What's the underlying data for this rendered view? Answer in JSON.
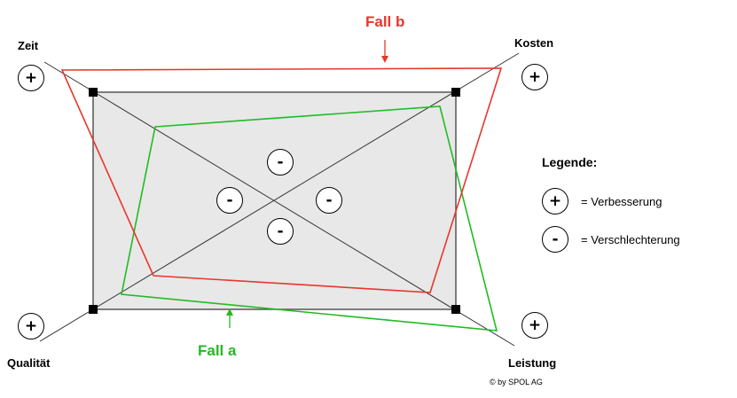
{
  "labels": {
    "zeit": "Zeit",
    "kosten": "Kosten",
    "qualitaet": "Qualität",
    "leistung": "Leistung"
  },
  "cases": {
    "fall_a": {
      "label": "Fall a",
      "color": "#22bb22"
    },
    "fall_b": {
      "label": "Fall b",
      "color": "#e8372b"
    }
  },
  "symbols": {
    "plus": "+",
    "minus": "-"
  },
  "legend": {
    "title": "Legende:",
    "items": [
      {
        "symbol": "+",
        "text": "= Verbesserung"
      },
      {
        "symbol": "-",
        "text": "= Verschlechterung"
      }
    ]
  },
  "copyright": "© by SPOL AG",
  "colors": {
    "base_fill": "#e8e8e8",
    "outline": "#555555",
    "axis": "#333333"
  }
}
